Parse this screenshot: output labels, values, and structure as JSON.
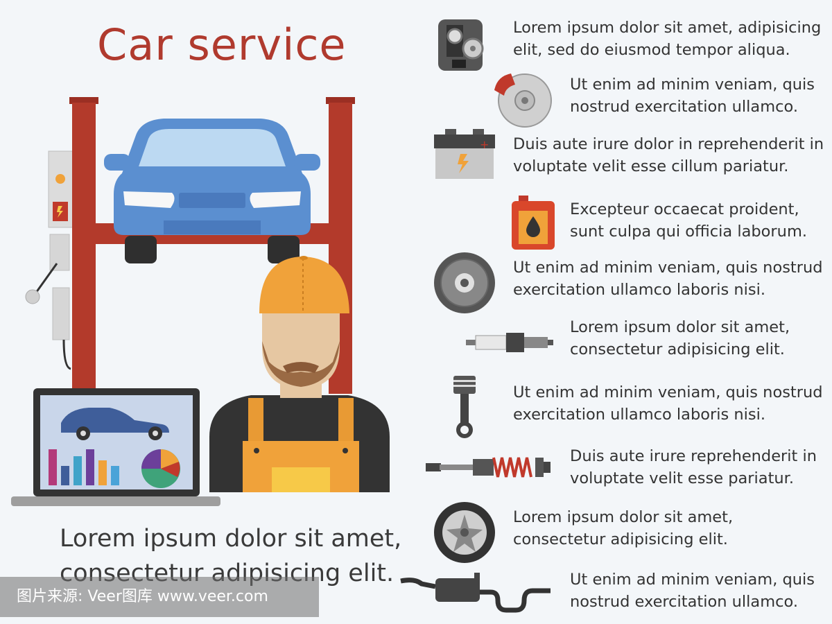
{
  "title": "Car service",
  "main_caption": {
    "line1": "Lorem ipsum dolor sit amet,",
    "line2": "consectetur adipisicing elit."
  },
  "items": [
    {
      "icon": "engine-icon",
      "line1": "Lorem ipsum dolor sit amet, adipisicing",
      "line2": "elit, sed do eiusmod tempor aliqua."
    },
    {
      "icon": "brake-disc-icon",
      "line1": "Ut enim ad minim veniam, quis",
      "line2": "nostrud exercitation ullamco."
    },
    {
      "icon": "battery-icon",
      "line1": "Duis aute irure dolor in reprehenderit in",
      "line2": "voluptate velit esse cillum pariatur."
    },
    {
      "icon": "oil-canister-icon",
      "line1": "Excepteur  occaecat  proident,",
      "line2": "sunt culpa qui officia laborum."
    },
    {
      "icon": "clutch-disc-icon",
      "line1": "Ut enim ad minim veniam, quis nostrud",
      "line2": "exercitation ullamco laboris nisi."
    },
    {
      "icon": "spark-plug-icon",
      "line1": "Lorem ipsum dolor sit amet,",
      "line2": "consectetur adipisicing elit."
    },
    {
      "icon": "piston-icon",
      "line1": "Ut enim ad minim veniam, quis nostrud",
      "line2": "exercitation ullamco laboris nisi."
    },
    {
      "icon": "shock-absorber-icon",
      "line1": "Duis aute irure reprehenderit in",
      "line2": "voluptate velit esse pariatur."
    },
    {
      "icon": "wheel-icon",
      "line1": "Lorem ipsum dolor sit amet,",
      "line2": "consectetur adipisicing elit."
    },
    {
      "icon": "exhaust-pipe-icon",
      "line1": "Ut enim ad minim veniam, quis",
      "line2": "nostrud exercitation ullamco."
    }
  ],
  "watermark": "图片来源: Veer图库 www.veer.com",
  "colors": {
    "title": "#b03a2e",
    "lift": "#b33a2b",
    "car": "#5b8fd0",
    "cap": "#f0a23a",
    "overalls": "#f0a23a"
  }
}
